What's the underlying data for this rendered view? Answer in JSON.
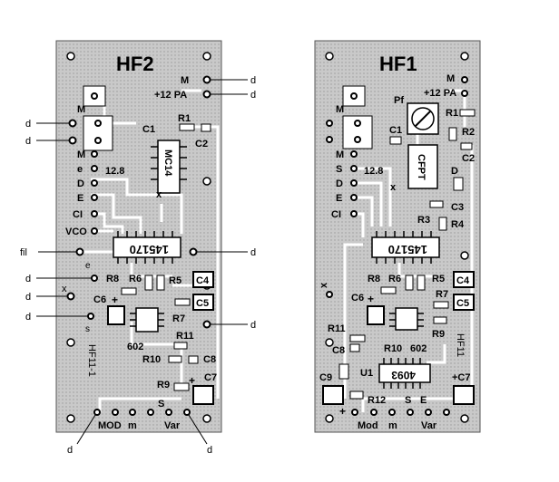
{
  "boards": {
    "left": {
      "title": "HF2",
      "pins": {
        "m_top": "M",
        "p12pa": "+12 PA",
        "m1": "M",
        "m2": "M",
        "e": "e",
        "d": "D",
        "e_up": "E",
        "ci": "CI",
        "vco": "VCO",
        "v128": "12.8",
        "x": "x",
        "mod": "MOD",
        "mm": "m",
        "var": "Var",
        "plus": "+",
        "s": "S"
      },
      "parts": {
        "r1": "R1",
        "c1": "C1",
        "c2": "C2",
        "ic14": "MC14",
        "ic_main": "145170",
        "r8": "R8",
        "r6": "R6",
        "r5": "R5",
        "c4": "C4",
        "c5": "C5",
        "c6": "C6",
        "r7": "R7",
        "u602": "602",
        "r11": "R11",
        "r10": "R10",
        "c8": "C8",
        "r9": "R9",
        "c7": "C7",
        "side_text": "HF11-1",
        "e_small": "e",
        "s_small": "s"
      }
    },
    "right": {
      "title": "HF1",
      "pins": {
        "m_top": "M",
        "p12pa": "+12 PA",
        "m1": "M",
        "ms": "M",
        "s": "S",
        "d": "D",
        "e": "E",
        "ci": "CI",
        "v128": "12.8",
        "x": "x",
        "mod": "Mod",
        "mm": "m",
        "var": "Var",
        "plus": "+",
        "s2": "S",
        "e2": "E"
      },
      "parts": {
        "pf": "Pf",
        "r1": "R1",
        "r2": "R2",
        "c1": "C1",
        "c2": "C2",
        "cfpt": "CFPT",
        "dd": "D",
        "c3": "C3",
        "r3": "R3",
        "r4": "R4",
        "ic_main": "145170",
        "r8": "R8",
        "r6": "R6",
        "r5": "R5",
        "c4": "C4",
        "c5": "C5",
        "c6": "C6",
        "r7": "R7",
        "r9": "R9",
        "r11": "R11",
        "c8": "C8",
        "r10": "R10",
        "u602": "602",
        "c9": "C9",
        "u1": "U1",
        "ic4093": "4093",
        "r12": "R12",
        "c7": "+C7",
        "side_text": "HF11"
      }
    }
  },
  "annotations": {
    "d": "d",
    "fil": "fil",
    "e": "e",
    "x": "x",
    "s": "s"
  }
}
